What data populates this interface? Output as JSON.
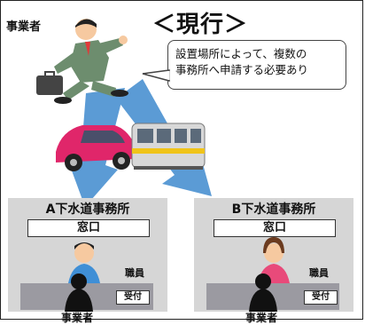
{
  "title": "＜現行＞",
  "top_actor_label": "事業者",
  "callout": {
    "line1": "設置場所によって、複数の",
    "line2": "事務所へ申請する必要あり"
  },
  "offices": [
    {
      "name": "A下水道事務所",
      "window": "窓口",
      "staff_label": "職員",
      "reception": "受付",
      "visitor_label": "事業者",
      "staff_shirt_color": "#3f8fd6"
    },
    {
      "name": "B下水道事務所",
      "window": "窓口",
      "staff_label": "職員",
      "reception": "受付",
      "visitor_label": "事業者",
      "staff_shirt_color": "#e84a7a"
    }
  ],
  "colors": {
    "arrow": "#5b9bd5",
    "car": "#e0266a",
    "train_stripe": "#f0c419",
    "suit": "#6d8d6e"
  }
}
